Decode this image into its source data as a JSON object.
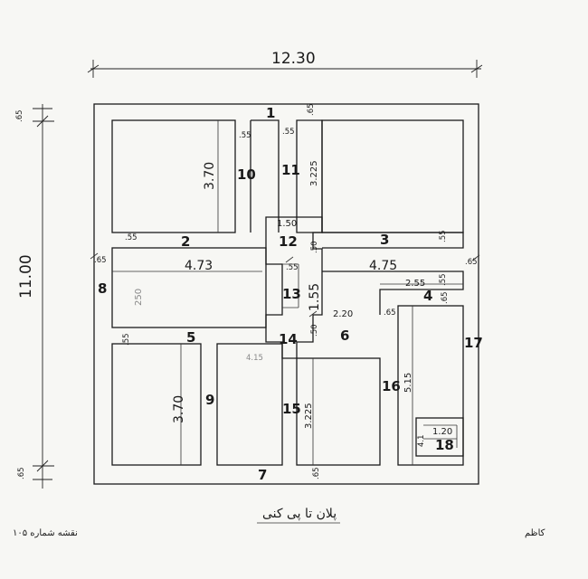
{
  "plan": {
    "overall_width": "12.30",
    "overall_height": "11.00",
    "footer_caption": "پلان تا پی کنی",
    "drawing_number_label": "نقشه شماره ۱۰۵",
    "signature": "کاظم"
  },
  "dimensions": {
    "top_offset": ".65",
    "bottom_offset": ".65",
    "left_offset": ".65",
    "right_offset": ".65",
    "wall_top_center_a": ".55",
    "wall_top_center_b": ".55",
    "top_center_right_offset": ".65",
    "room_top_left_height": "3.70",
    "room_top_right_height": "3.225",
    "room_bottom_left_height": "3.70",
    "room_bottom_mid_height": "3.225",
    "center_width": "1.50",
    "center_left_gap": ".55",
    "center_right_gap": ".55",
    "left_corridor_width": "4.73",
    "right_corridor_width": "4.75",
    "left_corridor_height": "250",
    "center_vertical": "1.55",
    "center_small_a": ".50",
    "center_small_b": ".50",
    "right_small": ".55",
    "right_span": "2.55",
    "right_step": ".65",
    "right_mid_width": "2.20",
    "right_mid_offset": ".65",
    "right_room_height": "5.15",
    "small_box_width": "1.20",
    "small_box_height": "4.1",
    "right_edge_offset": ".65",
    "left_edge_offset": ".65",
    "left_room_top_gap": ".55",
    "right_room_top_gap": ".55",
    "corridor_left_gap": ".55",
    "faint_mark": "4.15"
  },
  "wall_numbers": {
    "w1": "1",
    "w2": "2",
    "w3": "3",
    "w4": "4",
    "w5": "5",
    "w6": "6",
    "w7": "7",
    "w8": "8",
    "w9": "9",
    "w10": "10",
    "w11": "11",
    "w12": "12",
    "w13": "13",
    "w14": "14",
    "w15": "15",
    "w16": "16",
    "w17": "17",
    "w18": "18"
  }
}
